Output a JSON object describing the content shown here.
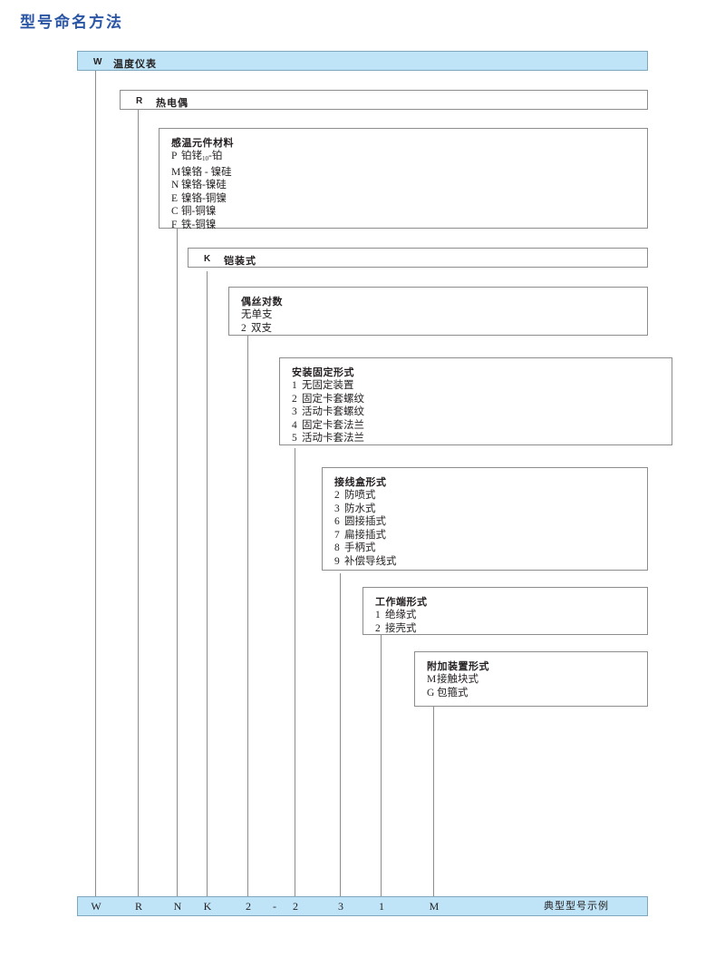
{
  "page": {
    "title": "型号命名方法"
  },
  "colors": {
    "title_blue": "#2b56a5",
    "header_fill": "#bfe4f7",
    "header_border": "#7fa8bf",
    "box_border": "#8d8d8d",
    "line": "#8d8d8d",
    "text": "#231f20"
  },
  "levels": [
    {
      "id": "instrument",
      "code": "W",
      "label": "温度仪表",
      "style": "header",
      "options": []
    },
    {
      "id": "thermocouple",
      "code": "R",
      "label": "热电偶",
      "style": "plain",
      "options": []
    },
    {
      "id": "sensing-element-material",
      "code": "",
      "label": "",
      "style": "list",
      "title": "感温元件材料",
      "options": [
        {
          "key": "P",
          "text": "铂铑",
          "sub": "10",
          "tail": "-铂"
        },
        {
          "key": "M",
          "text": "镍铬 - 镍硅"
        },
        {
          "key": "N",
          "text": "镍铬-镍硅"
        },
        {
          "key": "E",
          "text": "镍铬-铜镍"
        },
        {
          "key": "C",
          "text": "铜-铜镍"
        },
        {
          "key": "F",
          "text": "铁-铜镍"
        }
      ]
    },
    {
      "id": "armored-type",
      "code": "K",
      "label": "铠装式",
      "style": "plain",
      "options": []
    },
    {
      "id": "wire-pairs",
      "code": "",
      "label": "",
      "style": "list",
      "title": "偶丝对数",
      "options": [
        {
          "key": "无",
          "text": "单支"
        },
        {
          "key": "2",
          "text": "双支"
        }
      ]
    },
    {
      "id": "mounting-fixing-type",
      "code": "",
      "label": "",
      "style": "list",
      "title": "安装固定形式",
      "options": [
        {
          "key": "1",
          "text": "无固定装置"
        },
        {
          "key": "2",
          "text": "固定卡套螺纹"
        },
        {
          "key": "3",
          "text": "活动卡套螺纹"
        },
        {
          "key": "4",
          "text": "固定卡套法兰"
        },
        {
          "key": "5",
          "text": "活动卡套法兰"
        }
      ]
    },
    {
      "id": "junction-box-type",
      "code": "",
      "label": "",
      "style": "list",
      "title": "接线盒形式",
      "options": [
        {
          "key": "2",
          "text": "防喷式"
        },
        {
          "key": "3",
          "text": "防水式"
        },
        {
          "key": "6",
          "text": "圆接插式"
        },
        {
          "key": "7",
          "text": "扁接插式"
        },
        {
          "key": "8",
          "text": "手柄式"
        },
        {
          "key": "9",
          "text": "补偿导线式"
        }
      ]
    },
    {
      "id": "working-end-type",
      "code": "",
      "label": "",
      "style": "list",
      "title": "工作端形式",
      "options": [
        {
          "key": "1",
          "text": "绝缘式"
        },
        {
          "key": "2",
          "text": "接壳式"
        }
      ]
    },
    {
      "id": "additional-device-type",
      "code": "",
      "label": "",
      "style": "list",
      "title": "附加装置形式",
      "options": [
        {
          "key": "M",
          "text": "接触块式"
        },
        {
          "key": "G",
          "text": "包箍式"
        }
      ]
    }
  ],
  "summary": {
    "cells": [
      "W",
      "R",
      "N",
      "K",
      "2",
      "-",
      "2",
      "3",
      "1",
      "M"
    ],
    "note": "典型型号示例"
  }
}
